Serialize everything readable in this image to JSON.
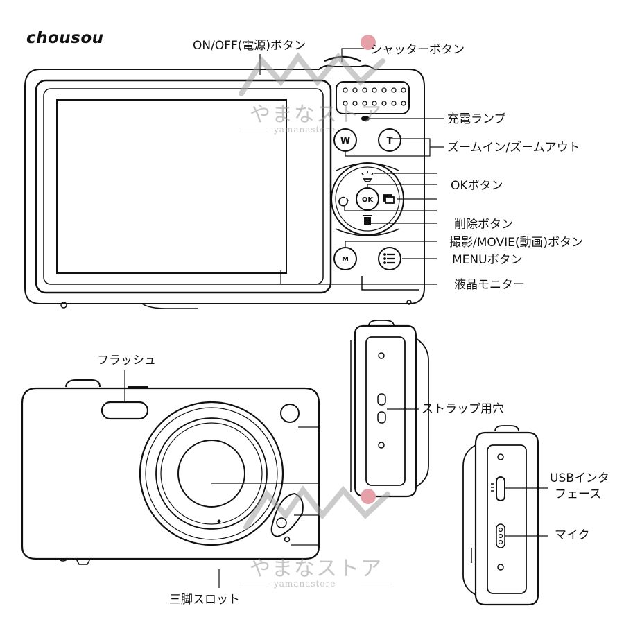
{
  "brand": "chousou",
  "watermark": {
    "text": "やまなストア",
    "sub": "yamanastore",
    "dot_color": "#e5a0a8"
  },
  "button_glyphs": {
    "w": "W",
    "t": "T",
    "ok": "OK",
    "m": "M"
  },
  "labels": {
    "power": "ON/OFF(電源)ボタン",
    "shutter": "シャッターボタン",
    "charge_lamp": "充電ランプ",
    "zoom": "ズームイン/ズームアウト",
    "ok": "OKボタン",
    "delete": "削除ボタン",
    "mode": "撮影/MOVIE(動画)ボタン",
    "menu": "MENUボタン",
    "lcd": "液晶モニター",
    "flash": "フラッシュ",
    "strap": "ストラップ用穴",
    "usb_1": "USBインタ",
    "usb_2": "フェース",
    "mic": "マイク",
    "tripod": "三脚スロット"
  },
  "icons": [
    "led-light-icon",
    "self-timer-icon",
    "gallery-icon",
    "trash-icon",
    "menu-list-icon"
  ]
}
